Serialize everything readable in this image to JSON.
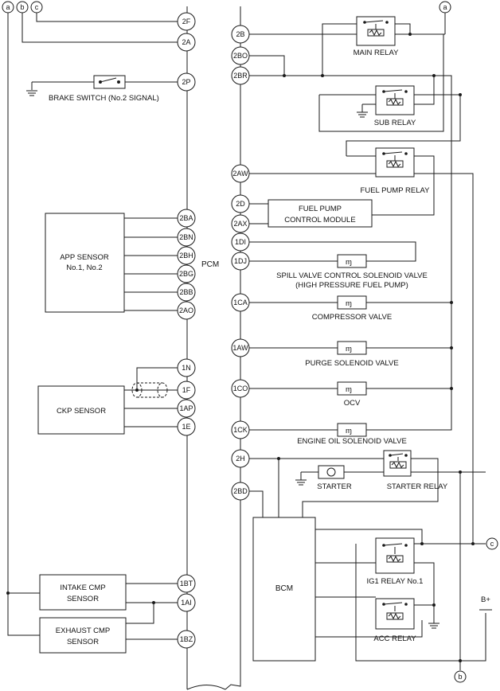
{
  "connectors": {
    "a": "a",
    "b": "b",
    "c": "c"
  },
  "pcm": {
    "label": "PCM",
    "left_pins": [
      "2F",
      "2A",
      "2P",
      "2BA",
      "2BN",
      "2BH",
      "2BG",
      "2BB",
      "2AO",
      "1N",
      "1F",
      "1AP",
      "1E",
      "1BT",
      "1AI",
      "1BZ"
    ],
    "right_pins": [
      "2B",
      "2BO",
      "2BR",
      "2AW",
      "2D",
      "2AX",
      "1DI",
      "1DJ",
      "1CA",
      "1AW",
      "1CO",
      "1CK",
      "2H",
      "2BD"
    ]
  },
  "components": {
    "brake_switch": "BRAKE SWITCH (No.2 SIGNAL)",
    "app_sensor": [
      "APP SENSOR",
      "No.1, No.2"
    ],
    "ckp_sensor": "CKP SENSOR",
    "intake_cmp": [
      "INTAKE CMP",
      "SENSOR"
    ],
    "exhaust_cmp": [
      "EXHAUST CMP",
      "SENSOR"
    ],
    "main_relay": "MAIN RELAY",
    "sub_relay": "SUB RELAY",
    "fuel_pump_relay": "FUEL PUMP RELAY",
    "fuel_pump_module": [
      "FUEL PUMP",
      "CONTROL MODULE"
    ],
    "spill_valve": [
      "SPILL VALVE CONTROL SOLENOID VALVE",
      "(HIGH PRESSURE FUEL PUMP)"
    ],
    "compressor_valve": "COMPRESSOR VALVE",
    "purge_valve": "PURGE SOLENOID VALVE",
    "ocv": "OCV",
    "oil_valve": "ENGINE OIL SOLENOID VALVE",
    "starter": "STARTER",
    "starter_relay": "STARTER RELAY",
    "bcm": "BCM",
    "ig1_relay": "IG1 RELAY No.1",
    "acc_relay": "ACC RELAY",
    "battery": "B+"
  }
}
